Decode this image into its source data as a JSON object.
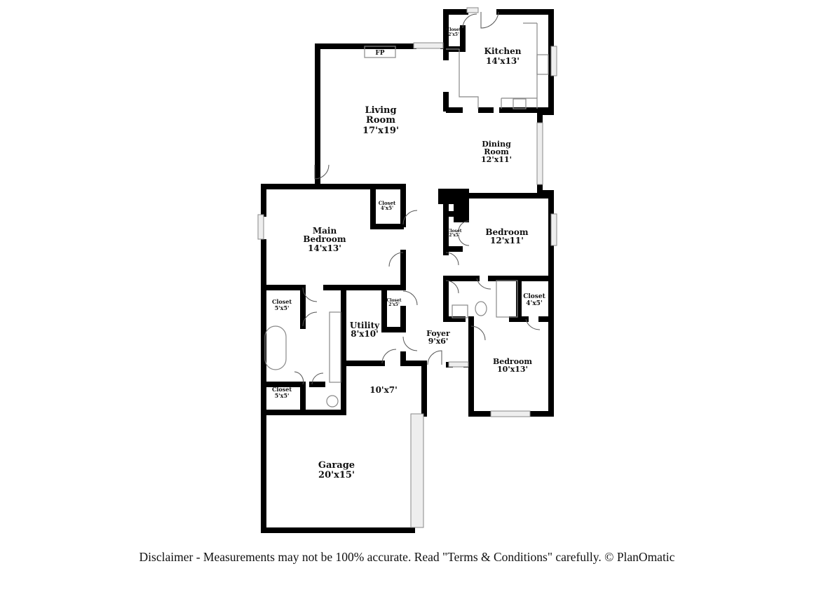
{
  "rooms": {
    "kitchen": {
      "name": "Kitchen",
      "size": "14'x13'"
    },
    "kitchen_closet": {
      "name": "Closet",
      "size": "2'x5'"
    },
    "fireplace": {
      "name": "FP"
    },
    "living": {
      "name_line1": "Living",
      "name_line2": "Room",
      "size": "17'x19'"
    },
    "dining": {
      "name_line1": "Dining",
      "name_line2": "Room",
      "size": "12'x11'"
    },
    "main_bedroom": {
      "name_line1": "Main",
      "name_line2": "Bedroom",
      "size": "14'x13'"
    },
    "main_closet": {
      "name": "Closet",
      "size": "4'x5'"
    },
    "bedroom2": {
      "name": "Bedroom",
      "size": "12'x11'"
    },
    "bedroom2_closet": {
      "name": "Closet",
      "size": "2'x5'"
    },
    "hall_closet": {
      "name": "Closet",
      "size": "4'x5'"
    },
    "bath_closet1": {
      "name": "Closet",
      "size": "5'x5'"
    },
    "bath_closet2": {
      "name": "Closet",
      "size": "5'x5'"
    },
    "utility_closet": {
      "name": "Closet",
      "size": "2'x5'"
    },
    "utility": {
      "name": "Utility",
      "size": "8'x10'"
    },
    "foyer": {
      "name": "Foyer",
      "size": "9'x6'"
    },
    "bedroom3": {
      "name": "Bedroom",
      "size": "10'x13'"
    },
    "storage": {
      "size": "10'x7'"
    },
    "garage": {
      "name": "Garage",
      "size": "20'x15'"
    }
  },
  "disclaimer": "Disclaimer - Measurements may not be 100% accurate. Read \"Terms & Conditions\" carefully. © PlanOmatic"
}
